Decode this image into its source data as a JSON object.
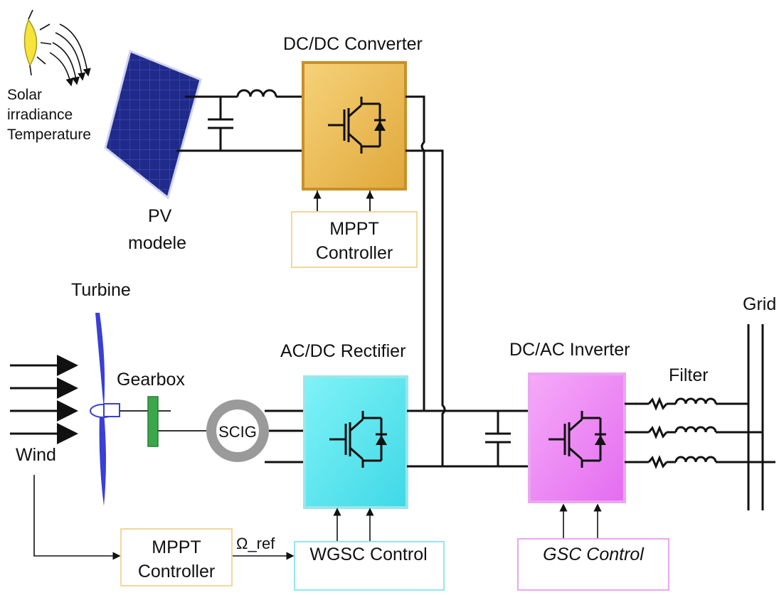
{
  "labels": {
    "solar_line1": "Solar",
    "solar_line2": "irradiance",
    "solar_line3": "Temperature",
    "pv_line1": "PV",
    "pv_line2": "modele",
    "dcdc_title": "DC/DC Converter",
    "mppt_top_line1": "MPPT",
    "mppt_top_line2": "Controller",
    "turbine": "Turbine",
    "gearbox": "Gearbox",
    "wind": "Wind",
    "scig": "SCIG",
    "acdc_title": "AC/DC Rectifier",
    "dcac_title": "DC/AC Inverter",
    "filter": "Filter",
    "grid": "Grid",
    "mppt_bottom_line1": "MPPT",
    "mppt_bottom_line2": "Controller",
    "omega_ref": "Ω_ref",
    "wgsc_control": "WGSC  Control",
    "gsc_control": "GSC  Control"
  },
  "colors": {
    "dcdc_fill": "#f2c25a",
    "acdc_fill": "#5fe9f0",
    "dcac_fill": "#f08ef5",
    "pv_panel": "#1f2a8a",
    "sun": "#f7e43a",
    "turbine_blade": "#3a3fd6",
    "gearbox": "#3aa84a",
    "mppt_border": "#f2d79a",
    "wgsc_border": "#8fe9ef",
    "gsc_border": "#e9a8f0"
  },
  "icons": [
    "sun-icon",
    "pv-panel-icon",
    "igbt-diode-icon",
    "turbine-icon",
    "gearbox-icon",
    "generator-icon",
    "inductor-icon",
    "capacitor-icon"
  ]
}
